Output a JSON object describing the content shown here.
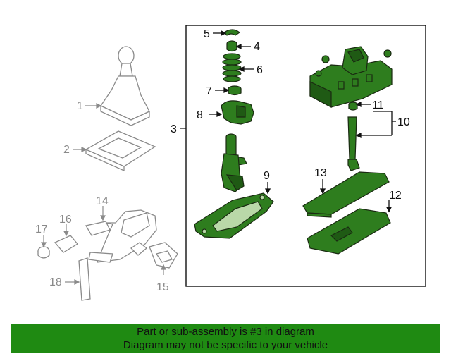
{
  "colors": {
    "part_fill": "#2e7d1e",
    "part_stroke": "#1a2a12",
    "gray_stroke": "#8a8a8a",
    "banner_bg": "#1f8a12"
  },
  "callouts": {
    "c1": "1",
    "c2": "2",
    "c3": "3",
    "c4": "4",
    "c5": "5",
    "c6": "6",
    "c7": "7",
    "c8": "8",
    "c9": "9",
    "c10": "10",
    "c11": "11",
    "c12": "12",
    "c13": "13",
    "c14": "14",
    "c15": "15",
    "c16": "16",
    "c17": "17",
    "c18": "18"
  },
  "banner": {
    "line1": "Part or sub-assembly is #3 in diagram",
    "line2": "Diagram may not be specific to your vehicle"
  }
}
